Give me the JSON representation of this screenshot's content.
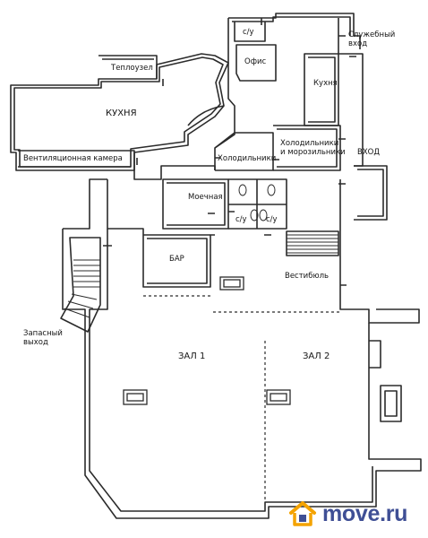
{
  "rooms": {
    "wc_top": "с/у",
    "service_entrance": "Служебный\nвход",
    "heat_unit": "Теплоузел",
    "office": "Офис",
    "kitchen_small": "Кухня",
    "kitchen_main": "КУХНЯ",
    "fridges": "Холодильники",
    "fridges_freezers": "Холодильники\nи морозильники",
    "entrance": "ВХОД",
    "vent_chamber": "Вентиляционная камера",
    "washroom": "Моечная",
    "wc_left": "с/у",
    "wc_right": "с/у",
    "bar": "БАР",
    "lobby": "Вестибюль",
    "emergency_exit": "Запасный\nвыход",
    "hall_1": "ЗАЛ 1",
    "hall_2": "ЗАЛ 2"
  },
  "watermark": {
    "text": "move.ru",
    "icon": "house-icon",
    "color": "#3f4f95",
    "accent_color": "#f4a300"
  }
}
